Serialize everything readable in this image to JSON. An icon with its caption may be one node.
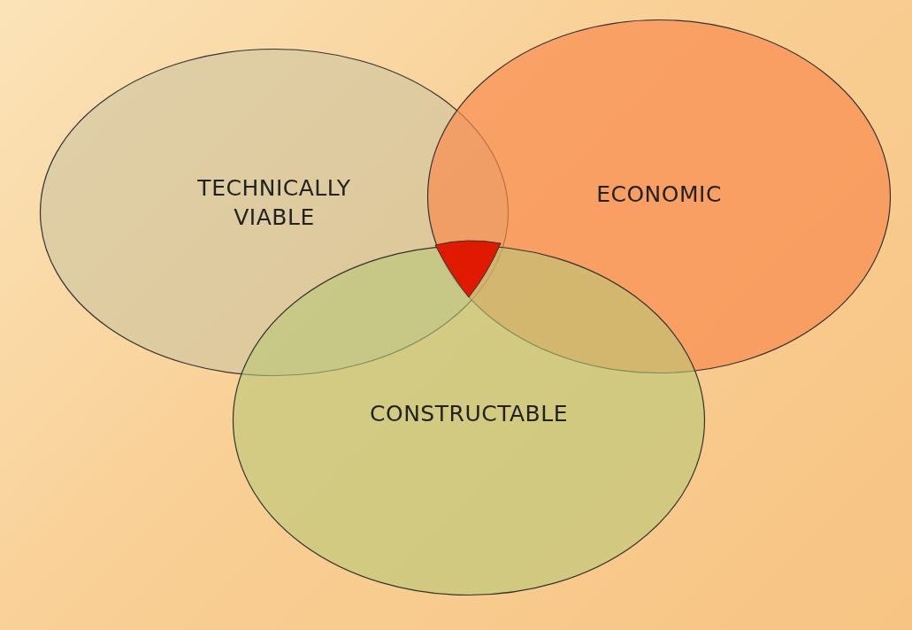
{
  "diagram": {
    "nodes": [
      {
        "text": [
          "TECHNICALLY VIABLE"
        ]
      },
      {
        "text": [
          "ECONOMIC"
        ]
      },
      {
        "text": [
          "CONSTRUCTABLE"
        ]
      },
      {
        "text": [],
        "shape": "triangle"
      }
    ],
    "edges": []
  }
}
